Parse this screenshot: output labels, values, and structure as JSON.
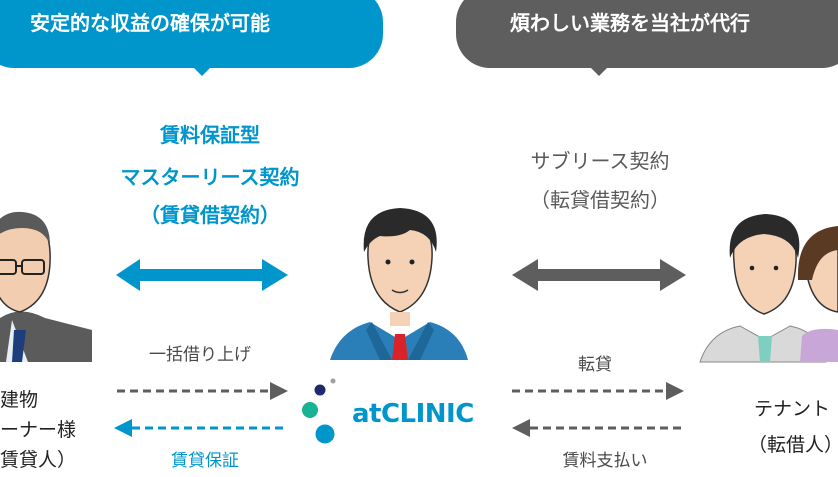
{
  "banners": {
    "left": "安定的な収益の確保が可能",
    "right": "煩わしい業務を当社が代行"
  },
  "contracts": {
    "left_line1": "賃料保証型",
    "left_line2": "マスターリース契約",
    "left_line3": "（賃貸借契約）",
    "right_line1": "サブリース契約",
    "right_line2": "（転貸借契約）"
  },
  "flows": {
    "left_top": "一括借り上げ",
    "left_bottom": "賃貸保証",
    "right_top": "転貸",
    "right_bottom": "賃料支払い"
  },
  "parties": {
    "owner_line1": "建物",
    "owner_line2": "ーナー様",
    "owner_line3": "賃貸人）",
    "tenant_line1": "テナント",
    "tenant_line2": "（転借人）"
  },
  "logo": {
    "text": "atCLINIC"
  },
  "colors": {
    "blue": "#0096cc",
    "gray": "#5e5e5e",
    "suit_blue": "#2a7fb8",
    "suit_gray": "#6b6b6b",
    "tie_red": "#d8232a"
  }
}
